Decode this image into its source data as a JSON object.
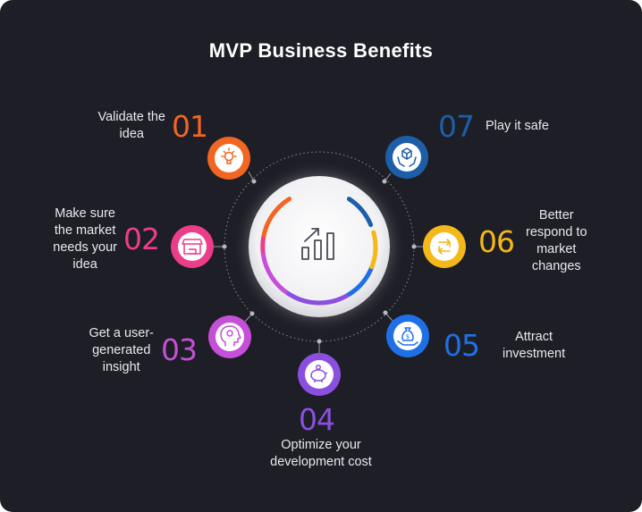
{
  "title": "MVP Business Benefits",
  "benefits": [
    {
      "number": "01",
      "label": "Validate the\nidea",
      "color": "#f26522",
      "icon": "lightbulb-icon"
    },
    {
      "number": "02",
      "label": "Make sure\nthe market\nneeds your\nidea",
      "color": "#ec3d8a",
      "icon": "storefront-icon"
    },
    {
      "number": "03",
      "label": "Get a user-\ngenerated\ninsight",
      "color": "#c54fd8",
      "icon": "head-lightbulb-icon"
    },
    {
      "number": "04",
      "label": "Optimize your\ndevelopment cost",
      "color": "#8b4fe0",
      "icon": "piggy-bank-icon"
    },
    {
      "number": "05",
      "label": "Attract\ninvestment",
      "color": "#1f70e6",
      "icon": "money-bag-hand-icon"
    },
    {
      "number": "06",
      "label": "Better\nrespond to\nmarket\nchanges",
      "color": "#f5b81b",
      "icon": "arrows-exchange-icon"
    },
    {
      "number": "07",
      "label": "Play it safe",
      "color": "#1c5fa8",
      "icon": "hands-box-icon"
    }
  ],
  "center_icon": "growth-chart-icon"
}
